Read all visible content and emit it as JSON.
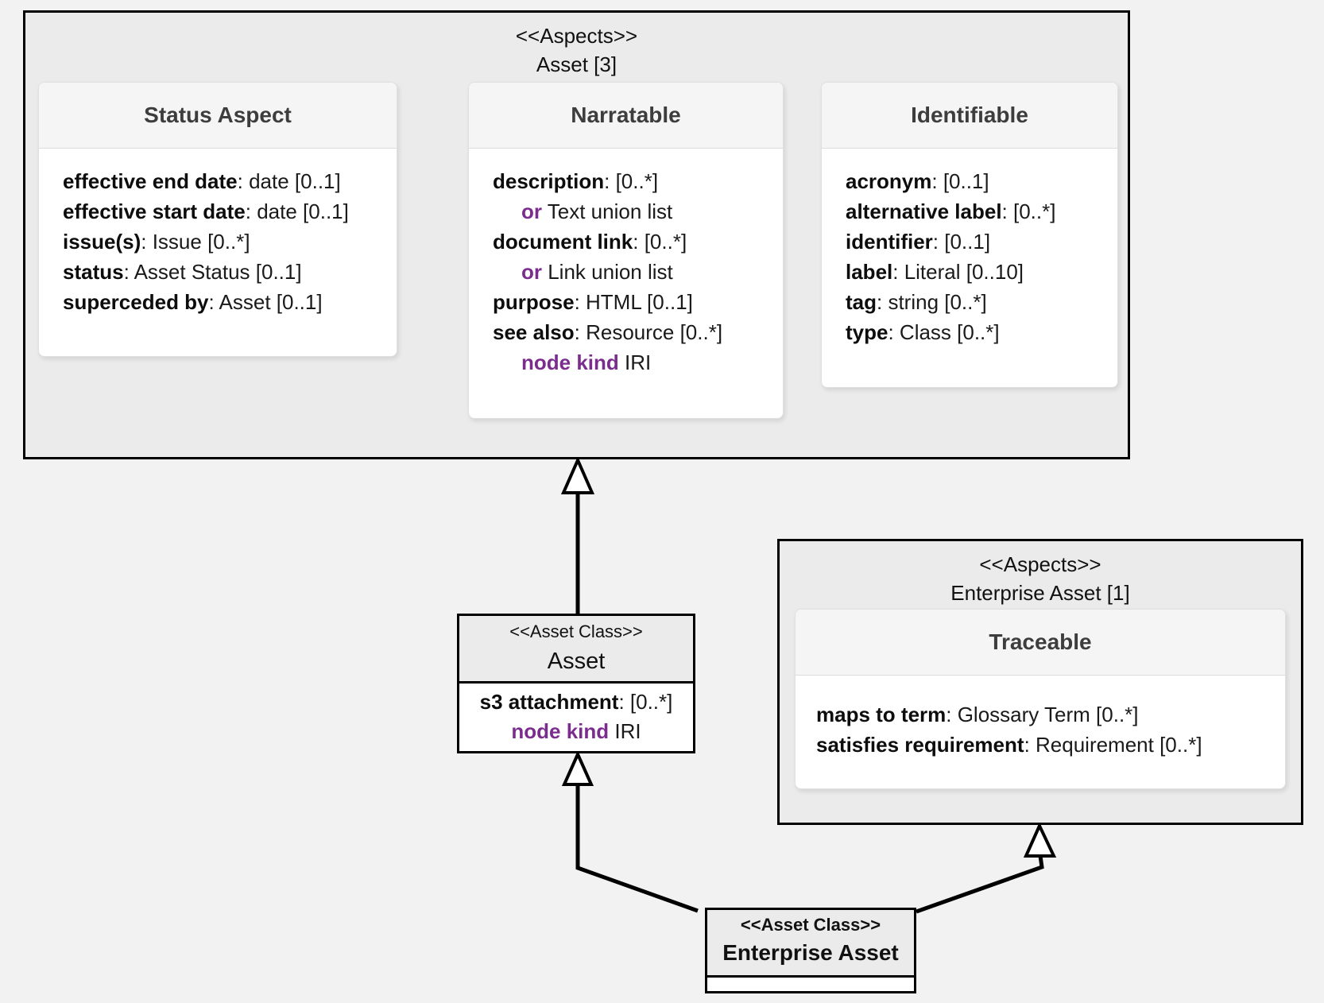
{
  "colors": {
    "keyword_purple": "#7b2d8e",
    "canvas_bg": "#f2f2f2",
    "container_fill": "#ebebeb",
    "card_fill": "#ffffff",
    "card_header_fill": "#f5f5f5",
    "outline": "#000000"
  },
  "aspects_asset": {
    "stereotype": "<<Aspects>>",
    "title": "Asset [3]",
    "cards": {
      "status": {
        "title": "Status Aspect",
        "rows": [
          {
            "segments": [
              {
                "text": "effective end date",
                "style": "bold"
              },
              {
                "text": ": date [0..1]",
                "style": "normal"
              }
            ]
          },
          {
            "segments": [
              {
                "text": "effective start date",
                "style": "bold"
              },
              {
                "text": ": date [0..1]",
                "style": "normal"
              }
            ]
          },
          {
            "segments": [
              {
                "text": "issue(s)",
                "style": "bold"
              },
              {
                "text": ": Issue [0..*]",
                "style": "normal"
              }
            ]
          },
          {
            "segments": [
              {
                "text": "status",
                "style": "bold"
              },
              {
                "text": ": Asset Status [0..1]",
                "style": "normal"
              }
            ]
          },
          {
            "segments": [
              {
                "text": "superceded by",
                "style": "bold"
              },
              {
                "text": ": Asset [0..1]",
                "style": "normal"
              }
            ]
          }
        ]
      },
      "narratable": {
        "title": "Narratable",
        "rows": [
          {
            "segments": [
              {
                "text": "description",
                "style": "bold"
              },
              {
                "text": ": [0..*]",
                "style": "normal"
              }
            ]
          },
          {
            "indent": true,
            "segments": [
              {
                "text": "or",
                "style": "keyword"
              },
              {
                "text": " Text union list",
                "style": "normal"
              }
            ]
          },
          {
            "segments": [
              {
                "text": "document link",
                "style": "bold"
              },
              {
                "text": ": [0..*]",
                "style": "normal"
              }
            ]
          },
          {
            "indent": true,
            "segments": [
              {
                "text": "or",
                "style": "keyword"
              },
              {
                "text": " Link union list",
                "style": "normal"
              }
            ]
          },
          {
            "segments": [
              {
                "text": "purpose",
                "style": "bold"
              },
              {
                "text": ": HTML [0..1]",
                "style": "normal"
              }
            ]
          },
          {
            "segments": [
              {
                "text": "see also",
                "style": "bold"
              },
              {
                "text": ": Resource [0..*]",
                "style": "normal"
              }
            ]
          },
          {
            "indent": true,
            "segments": [
              {
                "text": "node kind",
                "style": "keyword"
              },
              {
                "text": " IRI",
                "style": "normal"
              }
            ]
          }
        ]
      },
      "identifiable": {
        "title": "Identifiable",
        "rows": [
          {
            "segments": [
              {
                "text": "acronym",
                "style": "bold"
              },
              {
                "text": ": [0..1]",
                "style": "normal"
              }
            ]
          },
          {
            "segments": [
              {
                "text": "alternative label",
                "style": "bold"
              },
              {
                "text": ": [0..*]",
                "style": "normal"
              }
            ]
          },
          {
            "segments": [
              {
                "text": "identifier",
                "style": "bold"
              },
              {
                "text": ": [0..1]",
                "style": "normal"
              }
            ]
          },
          {
            "segments": [
              {
                "text": "label",
                "style": "bold"
              },
              {
                "text": ": Literal [0..10]",
                "style": "normal"
              }
            ]
          },
          {
            "segments": [
              {
                "text": "tag",
                "style": "bold"
              },
              {
                "text": ": string [0..*]",
                "style": "normal"
              }
            ]
          },
          {
            "segments": [
              {
                "text": "type",
                "style": "bold"
              },
              {
                "text": ": Class [0..*]",
                "style": "normal"
              }
            ]
          }
        ]
      }
    }
  },
  "asset_class": {
    "stereotype": "<<Asset Class>>",
    "title": "Asset",
    "rows": [
      {
        "segments": [
          {
            "text": "s3 attachment",
            "style": "bold"
          },
          {
            "text": ": [0..*]",
            "style": "normal"
          }
        ]
      },
      {
        "segments": [
          {
            "text": "node kind",
            "style": "keyword"
          },
          {
            "text": " IRI",
            "style": "normal"
          }
        ]
      }
    ]
  },
  "enterprise_aspects": {
    "stereotype": "<<Aspects>>",
    "title": "Enterprise Asset [1]",
    "cards": {
      "traceable": {
        "title": "Traceable",
        "rows": [
          {
            "segments": [
              {
                "text": "maps to term",
                "style": "bold"
              },
              {
                "text": ": Glossary Term [0..*]",
                "style": "normal"
              }
            ]
          },
          {
            "segments": [
              {
                "text": "satisfies requirement",
                "style": "bold"
              },
              {
                "text": ": Requirement [0..*]",
                "style": "normal"
              }
            ]
          }
        ]
      }
    }
  },
  "enterprise_class": {
    "stereotype": "<<Asset Class>>",
    "title": "Enterprise Asset"
  }
}
